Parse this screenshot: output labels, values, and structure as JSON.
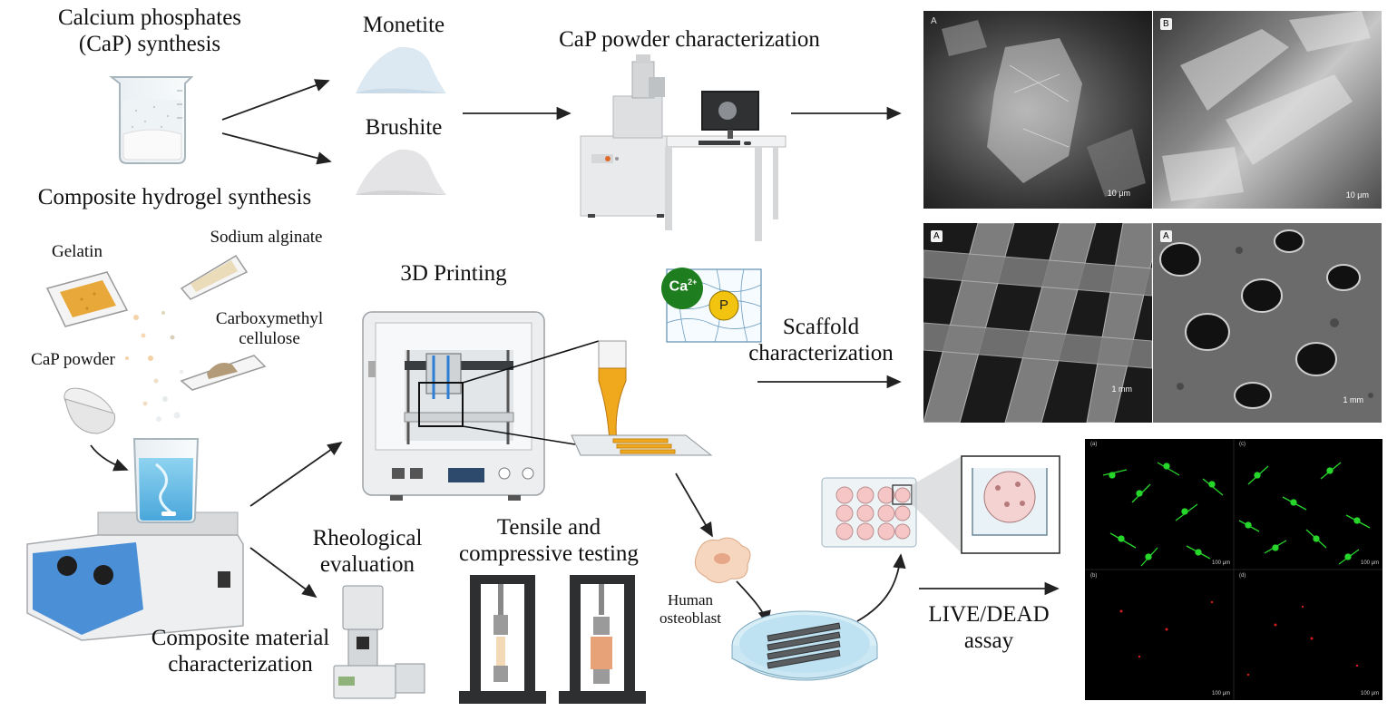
{
  "labels": {
    "cap_synthesis": "Calcium phosphates\n(CaP) synthesis",
    "monetite": "Monetite",
    "brushite": "Brushite",
    "powder_char": "CaP powder characterization",
    "composite_synthesis": "Composite hydrogel synthesis",
    "gelatin": "Gelatin",
    "sodium_alginate": "Sodium alginate",
    "cmc": "Carboxymethyl\ncellulose",
    "cap_powder": "CaP powder",
    "printing": "3D Printing",
    "scaffold_char": "Scaffold\ncharacterization",
    "rheology": "Rheological\nevaluation",
    "tensile": "Tensile and\ncompressive testing",
    "composite_char": "Composite material\ncharacterization",
    "osteoblast": "Human\nosteoblast",
    "live_dead": "LIVE/DEAD\nassay",
    "ion_ca": "Ca",
    "ion_ca_sup": "2+",
    "ion_p": "P"
  },
  "sem_panels": [
    {
      "tag": "A",
      "scale": "10 μm"
    },
    {
      "tag": "B",
      "scale": "10 μm"
    },
    {
      "tag": "A",
      "scale": "1 mm"
    },
    {
      "tag": "A",
      "scale": "1 mm"
    }
  ],
  "fluor_panels": [
    {
      "tag": "(a)",
      "scale": "100 μm"
    },
    {
      "tag": "(c)",
      "scale": "100 μm"
    },
    {
      "tag": "(b)",
      "scale": "100 μm"
    },
    {
      "tag": "(d)",
      "scale": "100 μm"
    }
  ],
  "colors": {
    "live": "#27d62b",
    "dead": "#d21e1e",
    "ca_circle": "#1e7d1e",
    "p_circle": "#f2c40f",
    "hotplate_blue": "#4b8fd6",
    "hydrogel": "#f0a81c"
  }
}
